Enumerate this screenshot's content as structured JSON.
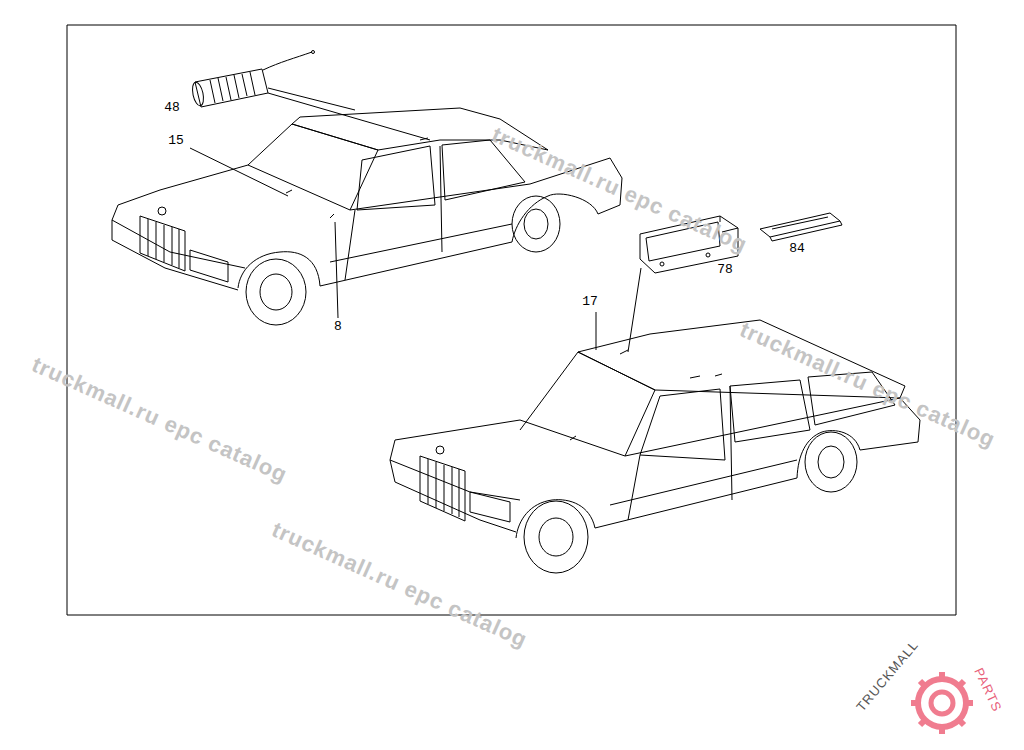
{
  "diagram": {
    "labels": [
      "48",
      "15",
      "8",
      "78",
      "84",
      "17",
      "truckmall.ru epc catalog",
      "truckmall.ru epc catalog",
      "truckmall.ru epc catalog",
      "truckmall.ru epc catalog",
      "TRUCKMALL",
      "PARTS"
    ]
  }
}
